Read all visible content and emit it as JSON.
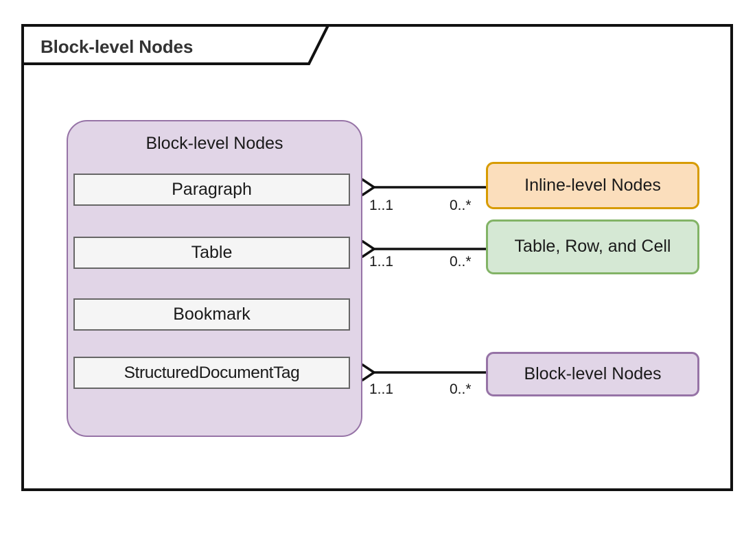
{
  "package": {
    "title": "Block-level Nodes"
  },
  "class_box": {
    "title": "Block-level Nodes",
    "members": [
      {
        "label": "Paragraph"
      },
      {
        "label": "Table"
      },
      {
        "label": "Bookmark"
      },
      {
        "label": "StructuredDocumentTag"
      }
    ]
  },
  "targets": [
    {
      "label": "Inline-level Nodes",
      "fill": "#FBDEBC",
      "stroke": "#D79B00"
    },
    {
      "label": "Table, Row, and Cell",
      "fill": "#D5E8D4",
      "stroke": "#82B366"
    },
    {
      "label": "Block-level Nodes",
      "fill": "#E1D5E7",
      "stroke": "#9673A6"
    }
  ],
  "relations": [
    {
      "from": "Paragraph",
      "to": "Inline-level Nodes",
      "source_multiplicity": "1..1",
      "target_multiplicity": "0..*",
      "kind": "aggregation"
    },
    {
      "from": "Table",
      "to": "Table, Row, and Cell",
      "source_multiplicity": "1..1",
      "target_multiplicity": "0..*",
      "kind": "aggregation"
    },
    {
      "from": "StructuredDocumentTag",
      "to": "Block-level Nodes",
      "source_multiplicity": "1..1",
      "target_multiplicity": "0..*",
      "kind": "aggregation"
    }
  ],
  "colors": {
    "frame_stroke": "#111111",
    "class_fill": "#E1D5E7",
    "class_stroke": "#9673A6",
    "member_fill": "#F5F5F5",
    "member_stroke": "#666666",
    "connector": "#111111",
    "background": "#FFFFFF"
  }
}
